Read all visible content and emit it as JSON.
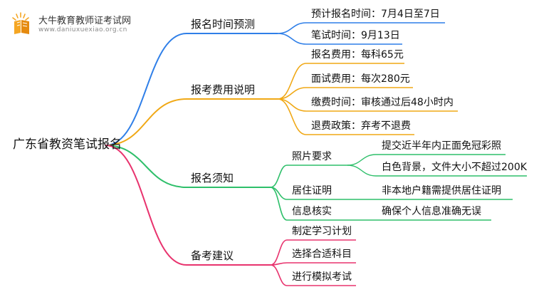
{
  "logo": {
    "title": "大牛教育教师证考试网",
    "url": "www.daniuxuexiao.org.cn"
  },
  "root": "广东省教资笔试报名",
  "branches": [
    {
      "label": "报名时间预测",
      "color": "#2f7fe8",
      "children": [
        {
          "label": "预计报名时间：7月4日至7日"
        },
        {
          "label": "笔试时间：9月13日"
        }
      ]
    },
    {
      "label": "报考费用说明",
      "color": "#f0a815",
      "children": [
        {
          "label": "报名费用：每科65元"
        },
        {
          "label": "面试费用：每次280元"
        },
        {
          "label": "缴费时间：审核通过后48小时内"
        },
        {
          "label": "退费政策：弃考不退费"
        }
      ]
    },
    {
      "label": "报名须知",
      "color": "#2ebf6a",
      "children": [
        {
          "label": "照片要求",
          "children": [
            {
              "label": "提交近半年内正面免冠彩照"
            },
            {
              "label": "白色背景，文件大小不超过200K"
            }
          ]
        },
        {
          "label": "居住证明",
          "children": [
            {
              "label": "非本地户籍需提供居住证明"
            }
          ]
        },
        {
          "label": "信息核实",
          "children": [
            {
              "label": "确保个人信息准确无误"
            }
          ]
        }
      ]
    },
    {
      "label": "备考建议",
      "color": "#e8336e",
      "children": [
        {
          "label": "制定学习计划"
        },
        {
          "label": "选择合适科目"
        },
        {
          "label": "进行模拟考试"
        }
      ]
    }
  ]
}
